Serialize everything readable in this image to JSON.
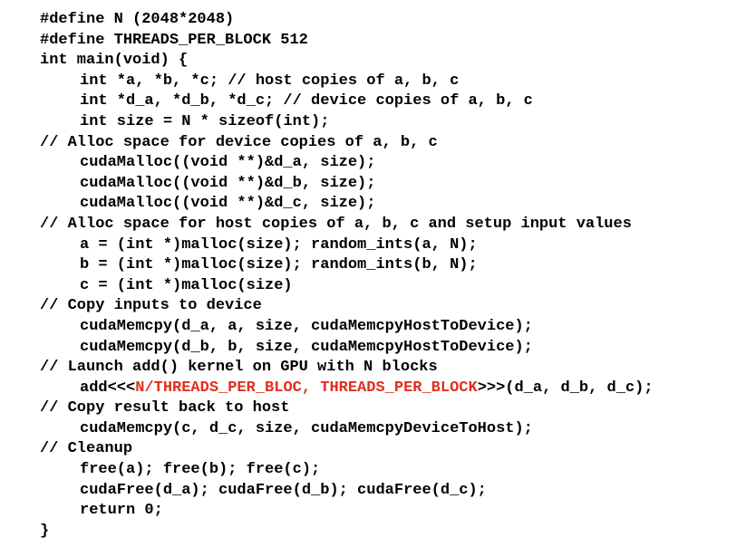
{
  "code": {
    "lines": [
      {
        "indent": 0,
        "text": "#define N (2048*2048)"
      },
      {
        "indent": 0,
        "text": "#define THREADS_PER_BLOCK 512"
      },
      {
        "indent": 0,
        "text": "int main(void) {"
      },
      {
        "indent": 1,
        "text": "int *a, *b, *c; // host copies of a, b, c"
      },
      {
        "indent": 1,
        "text": "int *d_a, *d_b, *d_c; // device copies of a, b, c"
      },
      {
        "indent": 1,
        "text": "int size = N * sizeof(int);"
      },
      {
        "indent": 0,
        "text": "// Alloc space for device copies of a, b, c"
      },
      {
        "indent": 1,
        "text": "cudaMalloc((void **)&d_a, size);"
      },
      {
        "indent": 1,
        "text": "cudaMalloc((void **)&d_b, size);"
      },
      {
        "indent": 1,
        "text": "cudaMalloc((void **)&d_c, size);"
      },
      {
        "indent": 0,
        "text": "// Alloc space for host copies of a, b, c and setup input values"
      },
      {
        "indent": 1,
        "text": "a = (int *)malloc(size); random_ints(a, N);"
      },
      {
        "indent": 1,
        "text": "b = (int *)malloc(size); random_ints(b, N);"
      },
      {
        "indent": 1,
        "text": "c = (int *)malloc(size)"
      },
      {
        "indent": 0,
        "text": "// Copy inputs to device"
      },
      {
        "indent": 1,
        "text": "cudaMemcpy(d_a, a, size, cudaMemcpyHostToDevice);"
      },
      {
        "indent": 1,
        "text": "cudaMemcpy(d_b, b, size, cudaMemcpyHostToDevice);"
      },
      {
        "indent": 0,
        "text": "// Launch add() kernel on GPU with N blocks"
      },
      {
        "indent": 1,
        "parts": [
          {
            "text": "add<<<"
          },
          {
            "text": "N/THREADS_PER_BLOC, THREADS_PER_BLOCK",
            "highlight": true
          },
          {
            "text": ">>>(d_a, d_b, d_c);"
          }
        ]
      },
      {
        "indent": 0,
        "text": "// Copy result back to host"
      },
      {
        "indent": 1,
        "text": "cudaMemcpy(c, d_c, size, cudaMemcpyDeviceToHost);"
      },
      {
        "indent": 0,
        "text": "// Cleanup"
      },
      {
        "indent": 1,
        "text": "free(a); free(b); free(c);"
      },
      {
        "indent": 1,
        "text": "cudaFree(d_a); cudaFree(d_b); cudaFree(d_c);"
      },
      {
        "indent": 1,
        "text": "return 0;"
      },
      {
        "indent": 0,
        "text": "}"
      }
    ]
  },
  "colors": {
    "text": "#000000",
    "highlight": "#e0301e",
    "background": "#ffffff"
  }
}
